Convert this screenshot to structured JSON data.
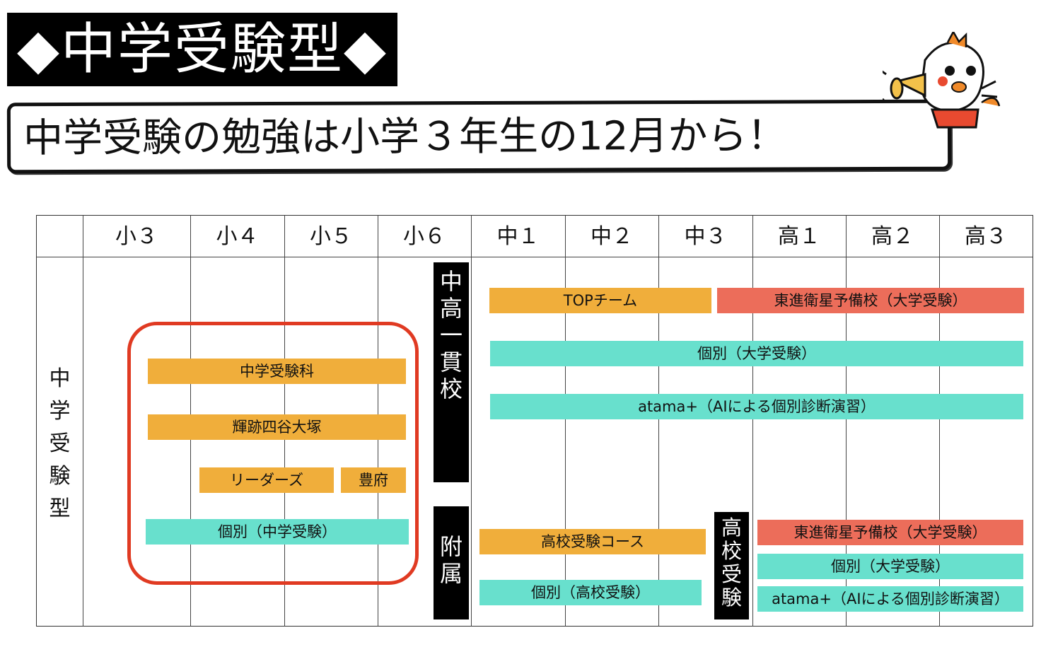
{
  "title": "◆中学受験型◆",
  "subtitle": "中学受験の勉強は小学３年生の12月から！",
  "columns": [
    "小３",
    "小４",
    "小５",
    "小６",
    "中１",
    "中２",
    "中３",
    "高１",
    "高２",
    "高３"
  ],
  "row_label": "中学受験型",
  "bars": {
    "juken": "中学受験科",
    "kiseki": "輝跡四谷大塚",
    "leaders": "リーダーズ",
    "toyofu": "豊府",
    "kobetsu_chu": "個別（中学受験）",
    "top_team": "TOPチーム",
    "toshin_1": "東進衛星予備校（大学受験）",
    "kobetsu_dai_1": "個別（大学受験）",
    "atama_1": "atama+（AIによる個別診断演習）",
    "koko_course": "高校受験コース",
    "kobetsu_koko": "個別（高校受験）",
    "toshin_2": "東進衛星予備校（大学受験）",
    "kobetsu_dai_2": "個別（大学受験）",
    "atama_2": "atama+（AIによる個別診断演習）"
  },
  "vertical_blocks": {
    "ikkan": "中高一貫校",
    "fuzoku": "附属",
    "koko_juken": "高校受験"
  },
  "colors": {
    "orange": "#f0ae3b",
    "teal": "#68e0cd",
    "red": "#ec6d5a",
    "highlight": "#e03a22"
  }
}
